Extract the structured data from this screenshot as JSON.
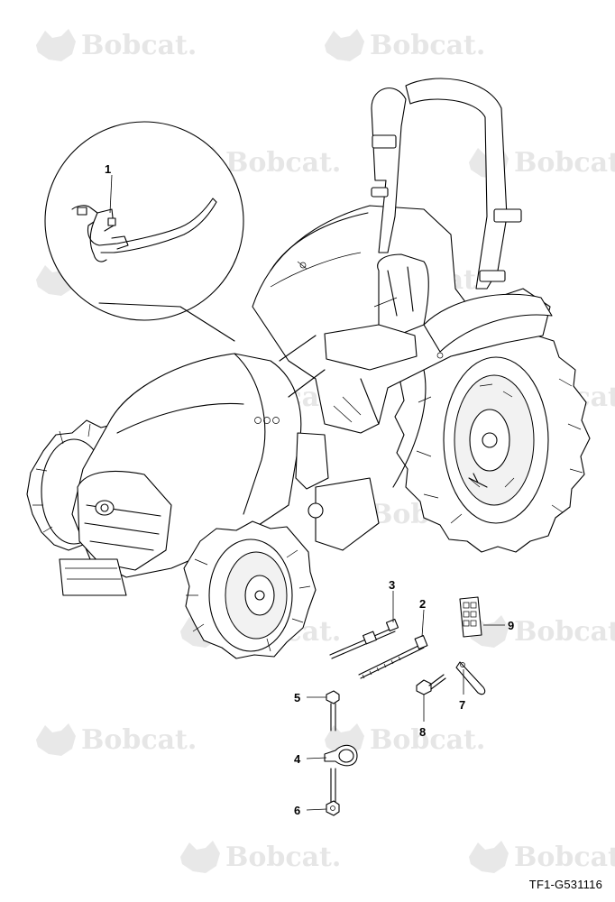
{
  "brand": {
    "watermark": "Bobcat."
  },
  "drawing_ref": "TF1-G531116",
  "callouts": [
    {
      "id": "c1",
      "label": "1"
    },
    {
      "id": "c2",
      "label": "2"
    },
    {
      "id": "c3",
      "label": "3"
    },
    {
      "id": "c4",
      "label": "4"
    },
    {
      "id": "c5",
      "label": "5"
    },
    {
      "id": "c6",
      "label": "6"
    },
    {
      "id": "c7",
      "label": "7"
    },
    {
      "id": "c8",
      "label": "8"
    },
    {
      "id": "c9",
      "label": "9"
    }
  ],
  "colors": {
    "line": "#000000",
    "watermark": "#e6e6e6",
    "background": "#ffffff"
  }
}
